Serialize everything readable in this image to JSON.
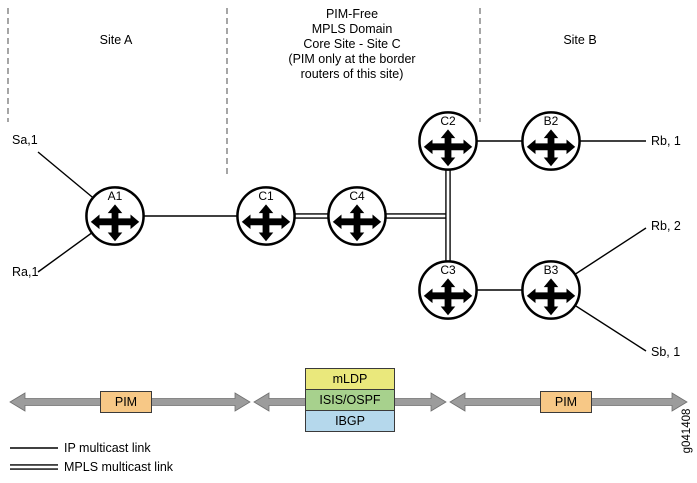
{
  "titles": {
    "site_a": "Site A",
    "site_b": "Site B",
    "core_lines": [
      "PIM-Free",
      "MPLS Domain",
      "Core Site - Site C",
      "(PIM only at the border",
      "routers of this site)"
    ]
  },
  "routers": {
    "a1": "A1",
    "c1": "C1",
    "c4": "C4",
    "c2": "C2",
    "c3": "C3",
    "b2": "B2",
    "b3": "B3"
  },
  "endpoints": {
    "sa1": "Sa,1",
    "ra1": "Ra,1",
    "rb1": "Rb, 1",
    "rb2": "Rb, 2",
    "sb1": "Sb, 1"
  },
  "protocols": {
    "pim_left": "PIM",
    "pim_right": "PIM",
    "mldp": "mLDP",
    "isis_ospf": "ISIS/OSPF",
    "ibgp": "IBGP"
  },
  "legend": {
    "ip": "IP multicast link",
    "mpls": "MPLS multicast link"
  },
  "figure_id": "g041408",
  "colors": {
    "pim_fill": "#f7c886",
    "mldp_fill": "#eae87c",
    "isis_ospf_fill": "#a7d18d",
    "ibgp_fill": "#b5d8ec",
    "arrow_fill": "#9c9c9c",
    "line": "#000000"
  }
}
